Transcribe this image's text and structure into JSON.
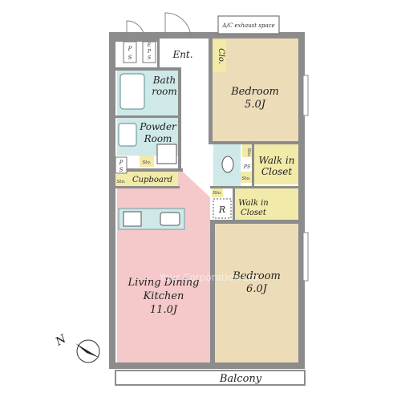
{
  "floor_plan": {
    "rooms": {
      "bedroom_top": {
        "name": "Bedroom",
        "size": "5.0J"
      },
      "bedroom_bottom": {
        "name": "Bedroom",
        "size": "6.0J"
      },
      "ldk": {
        "name_line1": "Living Dining",
        "name_line2": "Kitchen",
        "size": "11.0J"
      },
      "bath": {
        "line1": "Bath",
        "line2": "room"
      },
      "powder": {
        "line1": "Powder",
        "line2": "Room"
      },
      "walkin_top": {
        "line1": "Walk in",
        "line2": "Closet"
      },
      "walkin_mid": {
        "line1": "Walk in",
        "line2": "Closet"
      },
      "entrance": "Ent.",
      "closet": "Clo.",
      "cupboard": "Cupboard",
      "balcony": "Balcony",
      "refrigerator": "R"
    },
    "labels": {
      "ac_exhaust": "A/C exhaust space",
      "ps_top": {
        "line1": "P",
        "line2": "S"
      },
      "eps": {
        "line1": "E",
        "line2": "P",
        "line3": "S"
      },
      "ps_mid": {
        "line1": "P",
        "line2": "S"
      },
      "ps_small": "PS",
      "sto": "Sto."
    },
    "compass": "N",
    "watermark": "Your Corporation Ltd.",
    "colors": {
      "wall": "#8c8c8c",
      "bedroom_fill": "#ecdcb8",
      "ldk_fill": "#f5c9c9",
      "wet_fill": "#cfe8e8",
      "storage_fill": "#f2eaa8",
      "floor_fill": "#ffffff"
    }
  }
}
